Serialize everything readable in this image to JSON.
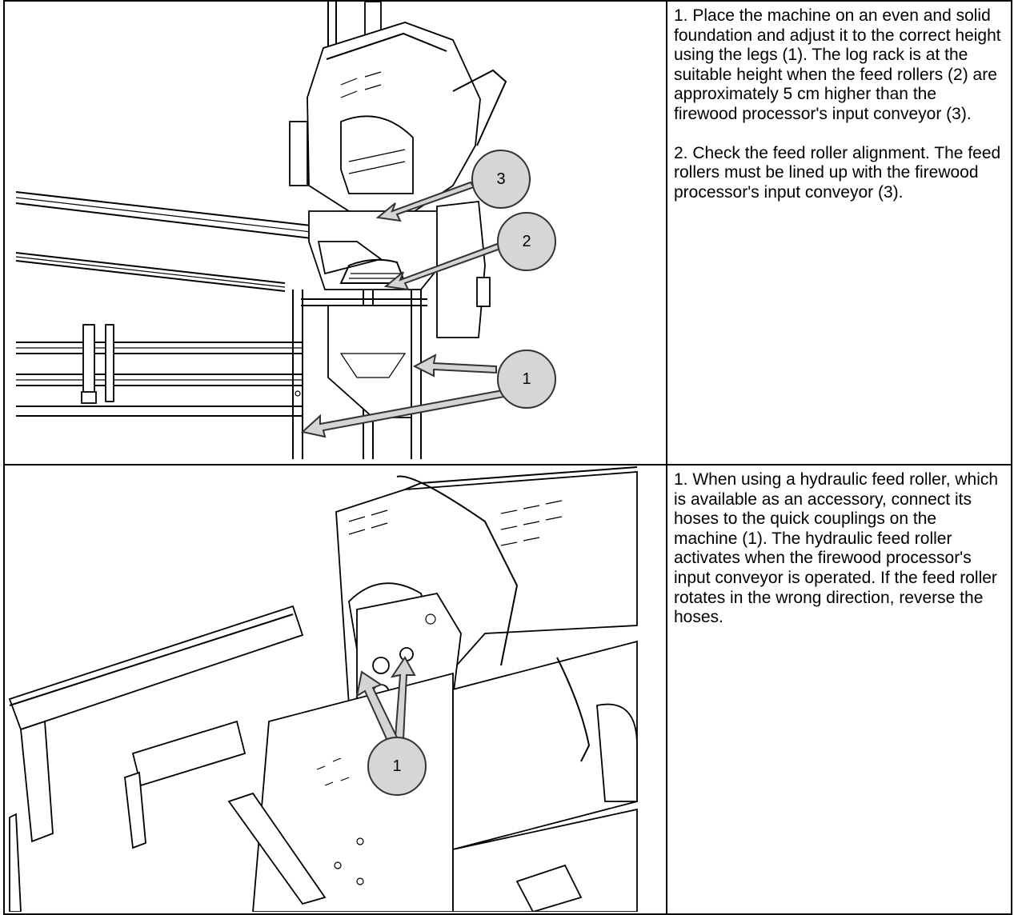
{
  "rows": [
    {
      "figure": {
        "callouts": [
          "3",
          "2",
          "1"
        ]
      },
      "paragraphs": [
        "1. Place the machine on an even and solid foundation and adjust it to the correct height using the legs (1). The log rack is at the suitable height when the feed rollers (2) are approximately 5 cm higher than the firewood processor's input conveyor (3).",
        "2. Check the feed roller alignment. The feed rollers must be lined up with the firewood processor's input conveyor (3)."
      ]
    },
    {
      "figure": {
        "callouts": [
          "1"
        ]
      },
      "paragraphs": [
        "1. When using a hydraulic feed roller, which is available as an accessory, connect its hoses to the quick couplings on the machine (1). The hydraulic feed roller activates when the firewood processor's input conveyor is operated. If the feed roller rotates in the wrong direction, reverse the hoses."
      ]
    }
  ]
}
